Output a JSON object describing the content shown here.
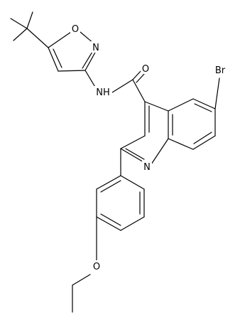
{
  "structure": {
    "atoms": {
      "o_isoxazole": "O",
      "n_isoxazole": "N",
      "nh_amide": "NH",
      "o_carbonyl": "O",
      "br": "Br",
      "n_quinoline": "N",
      "o_ether": "O"
    }
  },
  "colors": {
    "bond": "#000000",
    "background": "#ffffff"
  }
}
